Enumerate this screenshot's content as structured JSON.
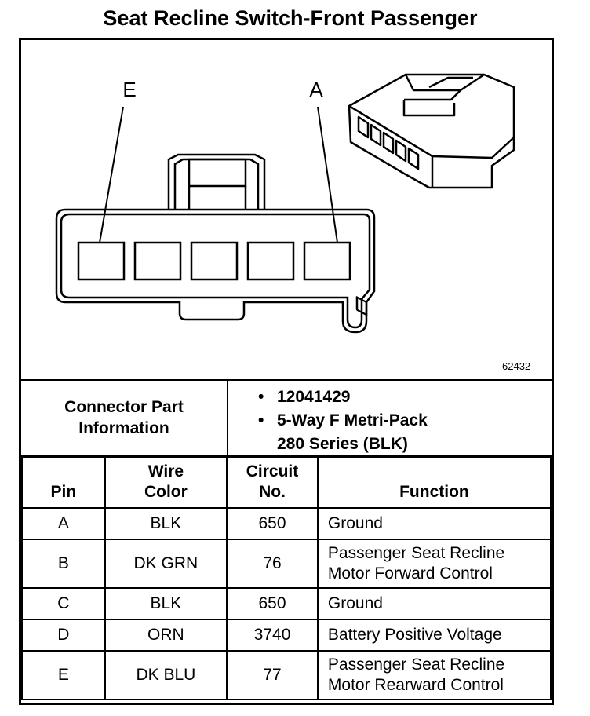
{
  "title": "Seat Recline Switch-Front Passenger",
  "diagram": {
    "label_left": "E",
    "label_right": "A",
    "figure_number": "62432"
  },
  "connector": {
    "label_line1": "Connector Part",
    "label_line2": "Information",
    "part_number": "12041429",
    "description_line1": "5-Way F Metri-Pack",
    "description_line2": "280 Series (BLK)"
  },
  "table": {
    "headers": {
      "pin": "Pin",
      "wire_color_line1": "Wire",
      "wire_color_line2": "Color",
      "circuit_line1": "Circuit",
      "circuit_line2": "No.",
      "function": "Function"
    },
    "rows": [
      {
        "pin": "A",
        "wire": "BLK",
        "circuit": "650",
        "function_line1": "Ground",
        "function_line2": ""
      },
      {
        "pin": "B",
        "wire": "DK GRN",
        "circuit": "76",
        "function_line1": "Passenger Seat Recline",
        "function_line2": "Motor Forward Control"
      },
      {
        "pin": "C",
        "wire": "BLK",
        "circuit": "650",
        "function_line1": "Ground",
        "function_line2": ""
      },
      {
        "pin": "D",
        "wire": "ORN",
        "circuit": "3740",
        "function_line1": "Battery Positive Voltage",
        "function_line2": ""
      },
      {
        "pin": "E",
        "wire": "DK BLU",
        "circuit": "77",
        "function_line1": "Passenger Seat Recline",
        "function_line2": "Motor Rearward Control"
      }
    ]
  }
}
